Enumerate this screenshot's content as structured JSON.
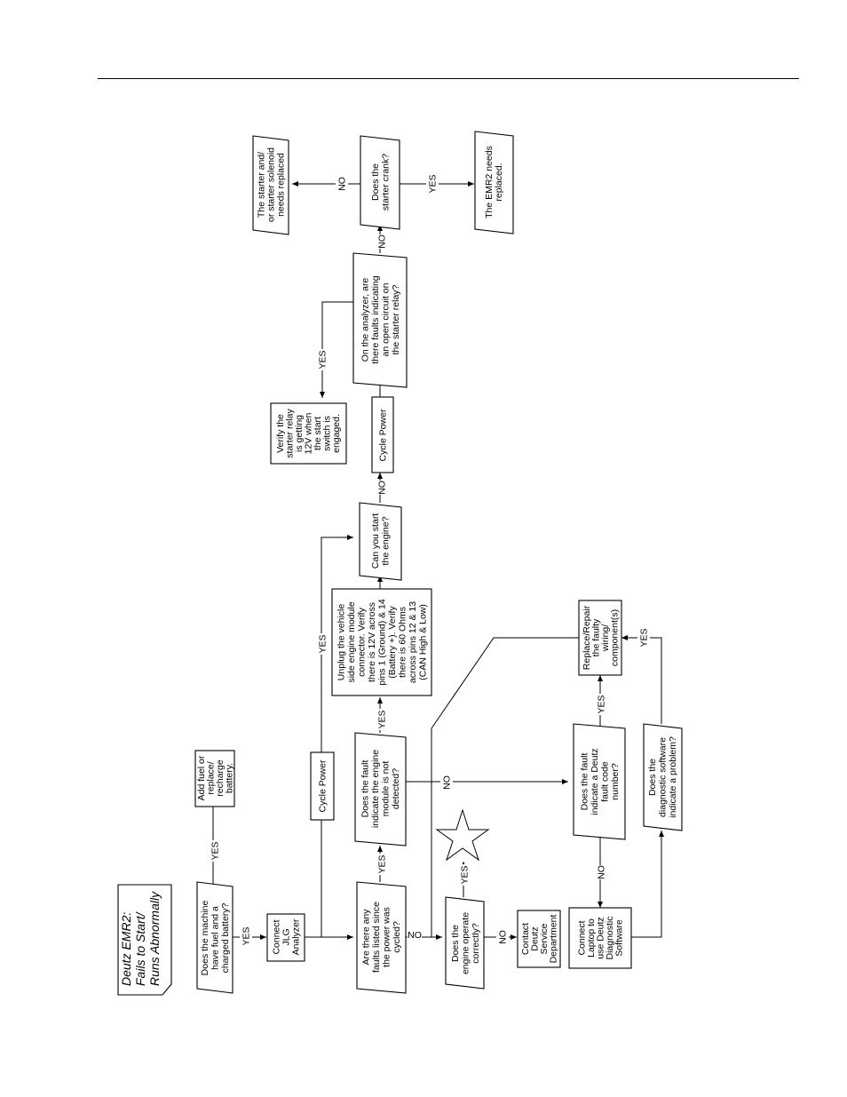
{
  "flowchart": {
    "title": [
      "Deutz EMR2:",
      "Fails to Start/",
      "Runs Abnormally"
    ],
    "nodes": {
      "machine_fuel": [
        "Does the machine",
        "have fuel and a",
        "charged battery?"
      ],
      "add_fuel": [
        "Add fuel or",
        "replace/",
        "recharge",
        "battery."
      ],
      "connect_analyzer": [
        "Connect",
        "JLG",
        "Analyzer"
      ],
      "faults_listed": [
        "Are there any",
        "faults listed since",
        "the power was",
        "cycled?"
      ],
      "cycle_power_1": [
        "Cycle Power"
      ],
      "engine_module": [
        "Does the fault",
        "indicate the engine",
        "module is not",
        "detected?"
      ],
      "unplug_module": [
        "Unplug the vehicle",
        "side engine module",
        "connector. Verify",
        "there is 12V across",
        "pins 1 (Ground) & 14",
        "(Battery +). Verify",
        "there is 60 Ohms",
        "across pins 12 & 13",
        "(CAN High & Low)"
      ],
      "can_start": [
        "Can you start",
        "the engine?"
      ],
      "cycle_power_2": [
        "Cycle Power"
      ],
      "open_circuit": [
        "On the analyzer, are",
        "there faults indicating",
        "an open circuit on",
        "the starter relay?"
      ],
      "verify_relay": [
        "Verify the",
        "starter relay",
        "is getting",
        "12V when",
        "the start",
        "switch is",
        "engaged."
      ],
      "starter_crank": [
        "Does the",
        "starter crank?"
      ],
      "starter_replace": [
        "The starter and/",
        "or starter solenoid",
        "needs replaced"
      ],
      "emr2_replace": [
        "The EMR2 needs",
        "replaced."
      ],
      "engine_operate": [
        "Does the",
        "engine operate",
        "correctly?"
      ],
      "contact_deutz": [
        "Contact",
        "Deutz",
        "Service",
        "Department"
      ],
      "fault_code": [
        "Does the fault",
        "indicate a Deutz",
        "fault code",
        "number?"
      ],
      "replace_repair": [
        "Replace/Repair",
        "the faulty",
        "wiring/",
        "component(s)"
      ],
      "connect_laptop": [
        "Connect",
        "Laptop to",
        "use Deutz",
        "Diagnostic",
        "Software"
      ],
      "diag_software": [
        "Does the",
        "diagnostic software",
        "indicate a problem?"
      ]
    },
    "labels": {
      "yes": "YES",
      "no": "NO"
    }
  }
}
